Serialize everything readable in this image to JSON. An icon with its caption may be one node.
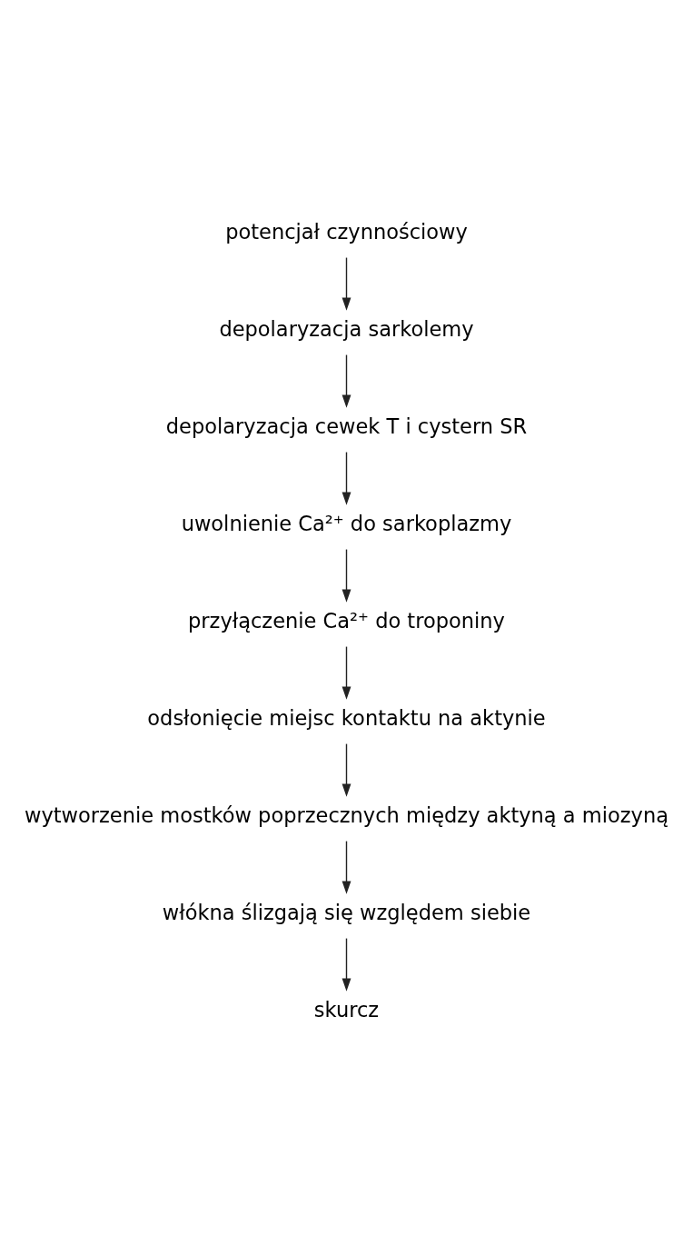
{
  "diagram": {
    "nodes": [
      {
        "text": [
          "potencjał czynnościowy"
        ]
      },
      {
        "text": [
          "depolaryzacja sarkolemy"
        ]
      },
      {
        "text": [
          "depolaryzacja cewek T i cystern SR"
        ]
      },
      {
        "text": [
          "uwolnienie Ca²⁺ do sarkoplazmy"
        ]
      },
      {
        "text": [
          "przyłączenie Ca²⁺ do troponiny"
        ]
      },
      {
        "text": [
          "odsłonięcie miejsc kontaktu na aktynie"
        ]
      },
      {
        "text": [
          "wytworzenie mostków poprzecznych między aktyną a miozyną"
        ]
      },
      {
        "text": [
          "włókna ślizgają się względem siebie"
        ]
      },
      {
        "text": [
          "skurcz"
        ]
      }
    ],
    "edges": [
      {
        "from": 0,
        "to": 1,
        "arrow": "to"
      },
      {
        "from": 1,
        "to": 2,
        "arrow": "to"
      },
      {
        "from": 2,
        "to": 3,
        "arrow": "to"
      },
      {
        "from": 3,
        "to": 4,
        "arrow": "to"
      },
      {
        "from": 4,
        "to": 5,
        "arrow": "to"
      },
      {
        "from": 5,
        "to": 6,
        "arrow": "to"
      },
      {
        "from": 6,
        "to": 7,
        "arrow": "to"
      },
      {
        "from": 7,
        "to": 8,
        "arrow": "to"
      }
    ]
  }
}
